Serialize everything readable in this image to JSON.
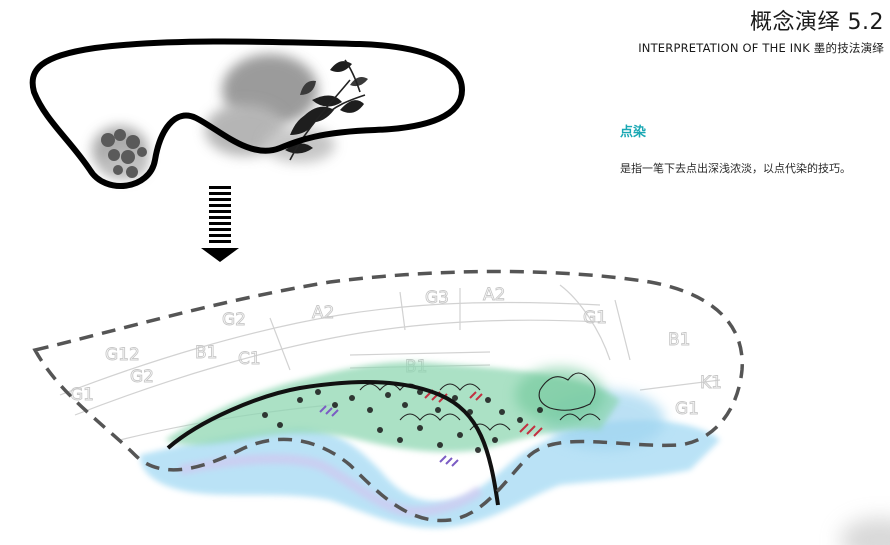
{
  "header": {
    "title": "概念演绎 5.2",
    "subtitle": "INTERPRETATION OF THE INK  墨的技法演绎"
  },
  "section": {
    "heading": "点染",
    "description": "是指一笔下去点出深浅浓淡，以点代染的技巧。"
  },
  "plan_labels": {
    "g1_left": "G1",
    "g12": "G12",
    "g2": "G2",
    "b1_left": "B1",
    "c1": "C1",
    "g2_top": "G2",
    "a2_top": "A2",
    "g3": "G3",
    "a2": "A2",
    "g1_top": "G1",
    "b1_right": "B1",
    "k1": "K1",
    "g1_right": "G1",
    "b1_mid": "B1"
  },
  "colors": {
    "heading_accent": "#1aa8b4",
    "water_blue": "#8ecfee",
    "vegetation_green": "#7fcfa8",
    "ink_dark": "#111111",
    "dashed_boundary": "#555555",
    "accent_red": "#c23040",
    "accent_purple": "#7b5cc4"
  }
}
